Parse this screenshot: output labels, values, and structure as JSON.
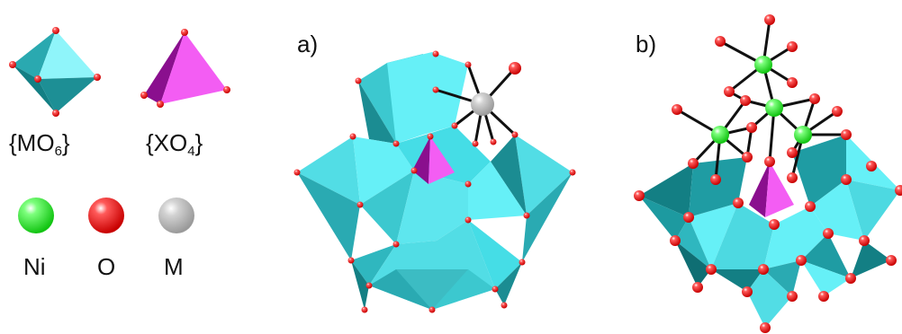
{
  "legend": {
    "mo6": {
      "text": "{MO",
      "sub": "6",
      "end": "}"
    },
    "xo4": {
      "text": "{XO",
      "sub": "4",
      "end": "}"
    },
    "atoms": [
      {
        "symbol": "Ni",
        "color": "#22ee22"
      },
      {
        "symbol": "O",
        "color": "#ee1111"
      },
      {
        "symbol": "M",
        "color": "#bdbdbd"
      }
    ]
  },
  "panels": [
    {
      "label": "a)"
    },
    {
      "label": "b)"
    }
  ],
  "colors": {
    "octa_light": "#66f0f7",
    "octa_mid": "#2fc9d2",
    "octa_dark": "#137f84",
    "tetra_light": "#f35df3",
    "tetra_dark": "#8a0f8e",
    "bond": "#111111"
  }
}
